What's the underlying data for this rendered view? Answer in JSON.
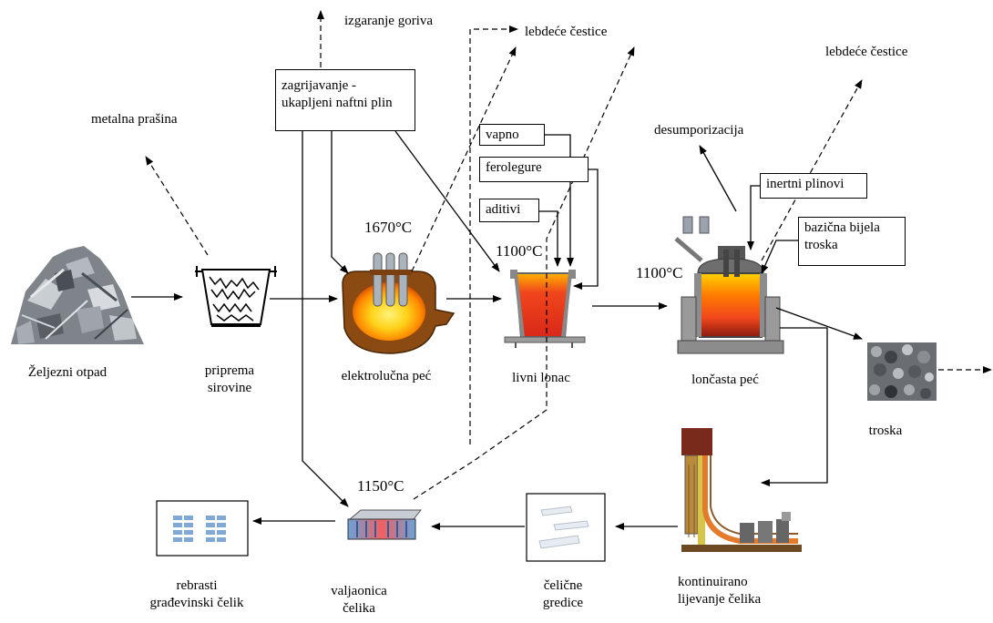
{
  "labels": {
    "scrap": "Željezni otpad",
    "prep_l1": "priprema",
    "prep_l2": "sirovine",
    "eaf": "elektrolučna peć",
    "ladle": "livni lonac",
    "ladle_furnace": "lončasta peć",
    "slag": "troska",
    "casting_l1": "kontinuirano",
    "casting_l2": "lijevanje čelika",
    "billets_l1": "čelične",
    "billets_l2": "gredice",
    "mill_l1": "valjaonica",
    "mill_l2": "čelika",
    "rebar_l1": "rebrasti",
    "rebar_l2": "građevinski čelik",
    "metal_dust": "metalna prašina",
    "fuel_combustion": "izgaranje goriva",
    "floating_particles_1": "lebdeće čestice",
    "floating_particles_2": "lebdeće čestice",
    "desulfurization": "desumporizacija"
  },
  "boxes": {
    "heating_l1": "zagrijavanje -",
    "heating_l2": "ukapljeni naftni plin",
    "lime": "vapno",
    "ferroalloys": "ferolegure",
    "additives": "aditivi",
    "inert_gases": "inertni plinovi",
    "basic_slag_l1": "bazična bijela",
    "basic_slag_l2": "troska"
  },
  "temperatures": {
    "eaf": "1670°C",
    "ladle": "1100°C",
    "ladle_furnace": "1100°C",
    "mill": "1150°C"
  },
  "colors": {
    "line": "#000000",
    "furnace_body": "#8a4a12",
    "molten_core": "#ffd21a",
    "molten_hot": "#ff7a00",
    "molten_red": "#e8391c",
    "electrode": "#9aa3ad",
    "steel_gray": "#8c8c8c"
  }
}
